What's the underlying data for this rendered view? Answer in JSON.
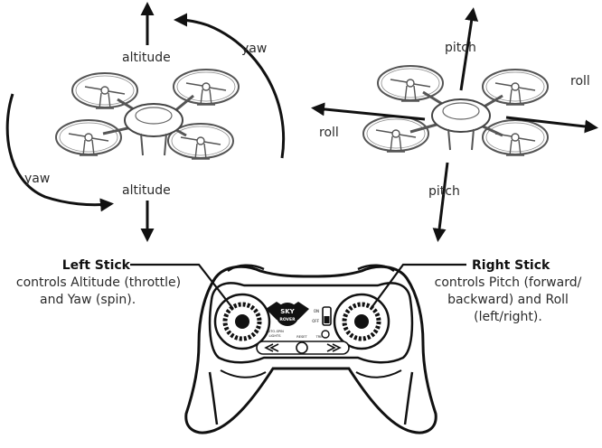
{
  "labels": {
    "left_up": "altitude",
    "left_down": "altitude",
    "yaw_top": "yaw",
    "yaw_left": "yaw",
    "pitch_top": "pitch",
    "pitch_bottom": "pitch",
    "roll_left": "roll",
    "roll_right": "roll"
  },
  "left_stick": {
    "title": "Left Stick",
    "line1": "controls Altitude (throttle)",
    "line2": "and Yaw (spin)."
  },
  "right_stick": {
    "title": "Right Stick",
    "line1": "controls Pitch (forward/",
    "line2": "backward) and Roll",
    "line3": "(left/right)."
  },
  "controller": {
    "logo_line1": "SKY",
    "logo_line2": "ROVER",
    "switch_on": "ON",
    "switch_off": "OFF",
    "btn_auto": "AUTO-SPIN",
    "btn_lights": "LIGHTS",
    "btn_reset": "RESET",
    "btn_trim": "TRIM"
  },
  "colors": {
    "ink": "#111111",
    "drone_line": "#555555"
  }
}
